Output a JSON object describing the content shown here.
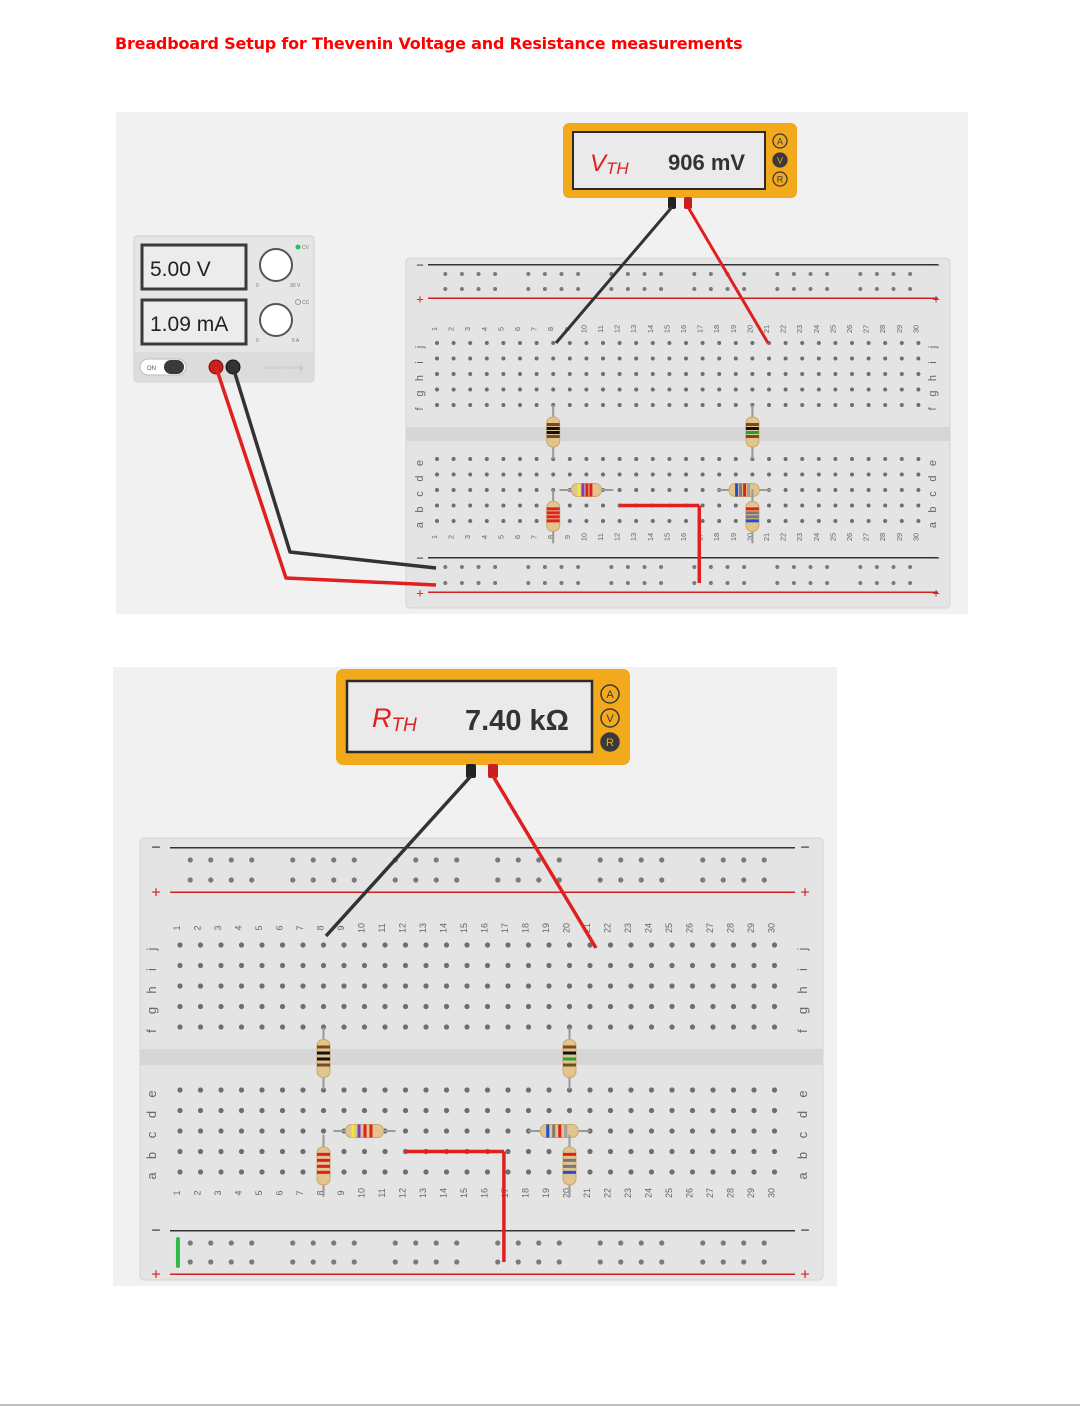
{
  "title": "Breadboard Setup for Thevenin Voltage and Resistance measurements",
  "top_setup": {
    "power_supply": {
      "voltage_display": "5.00 V",
      "current_display": "1.09 mA",
      "on_label": "ON",
      "knob1_labels": [
        "0",
        "30 V"
      ],
      "knob2_labels": [
        "0",
        "5 A"
      ],
      "cc_label": "CC",
      "cv_label": "CV",
      "brand_label": "DC POWER SUPPLY"
    },
    "multimeter": {
      "label": "V",
      "label_sub": "TH",
      "reading": "906 mV",
      "modes": [
        "A",
        "V",
        "R"
      ],
      "active_mode": "V"
    }
  },
  "bottom_setup": {
    "multimeter": {
      "label": "R",
      "label_sub": "TH",
      "reading": "7.40 kΩ",
      "modes": [
        "A",
        "V",
        "R"
      ],
      "active_mode": "R"
    }
  },
  "breadboard": {
    "row_letters_top": [
      "j",
      "i",
      "h",
      "g",
      "f"
    ],
    "row_letters_bottom": [
      "e",
      "d",
      "c",
      "b",
      "a"
    ],
    "plus": "+",
    "minus": "−",
    "columns": [
      "1",
      "2",
      "3",
      "4",
      "5",
      "6",
      "7",
      "8",
      "9",
      "10",
      "11",
      "12",
      "13",
      "14",
      "15",
      "16",
      "17",
      "18",
      "19",
      "20",
      "21",
      "22",
      "23",
      "24",
      "25",
      "26",
      "27",
      "28",
      "29",
      "30"
    ]
  },
  "colors": {
    "title": "#ff0000",
    "meter_frame": "#f2a91c",
    "meter_screen": "#eaeaea",
    "wire_red": "#e02020",
    "wire_black": "#333333",
    "rail_red": "#d02020",
    "resistor_body": "#e2c48f",
    "panel_bg": "#f1f1f1",
    "breadboard_bg": "#e4e4e4"
  }
}
